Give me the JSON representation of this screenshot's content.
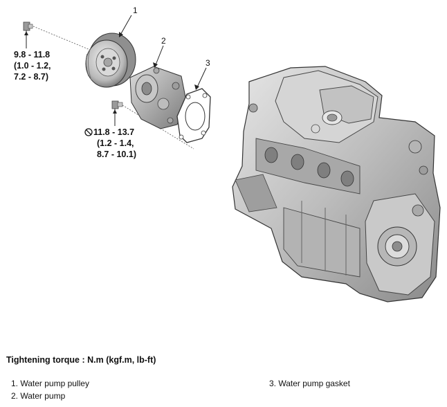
{
  "callouts": {
    "c1": "1",
    "c2": "2",
    "c3": "3"
  },
  "torque_1": {
    "line1": "9.8 - 11.8",
    "line2": "(1.0 - 1.2,",
    "line3": "7.2 - 8.7)"
  },
  "torque_2": {
    "line1": "11.8 - 13.7",
    "line2": "(1.2 - 1.4,",
    "line3": "8.7 - 10.1)"
  },
  "legend": {
    "title": "Tightening torque : N.m (kgf.m, lb-ft)",
    "items": [
      "1. Water pump pulley",
      "2. Water pump",
      "3. Water pump gasket"
    ]
  },
  "icons": {
    "no_reuse": "no-reuse-icon"
  }
}
